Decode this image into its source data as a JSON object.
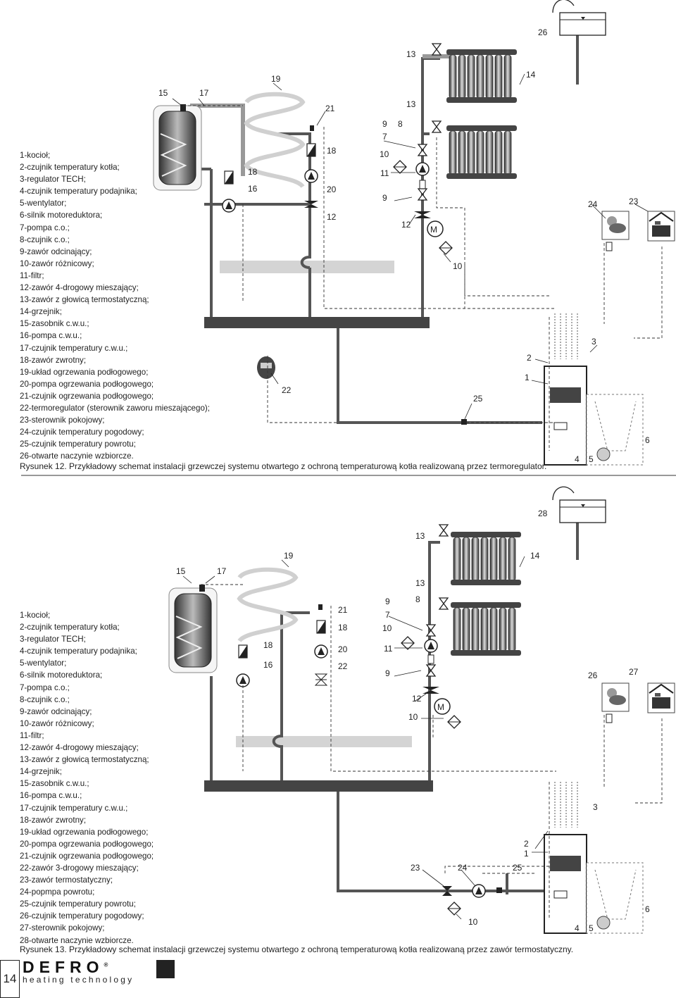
{
  "figure1": {
    "legend": [
      "1-kocioł;",
      "2-czujnik temperatury kotła;",
      "3-regulator TECH;",
      "4-czujnik temperatury podajnika;",
      "5-wentylator;",
      "6-silnik motoreduktora;",
      "7-pompa c.o.;",
      "8-czujnik c.o.;",
      "9-zawór odcinający;",
      "10-zawór różnicowy;",
      "11-filtr;",
      "12-zawór 4-drogowy mieszający;",
      "13-zawór z głowicą termostatyczną;",
      "14-grzejnik;",
      "15-zasobnik c.w.u.;",
      "16-pompa c.w.u.;",
      "17-czujnik temperatury c.w.u.;",
      "18-zawór zwrotny;",
      "19-układ ogrzewania podłogowego;",
      "20-pompa ogrzewania podłogowego;",
      "21-czujnik ogrzewania podłogowego;",
      "22-termoregulator (sterownik zaworu mieszającego);",
      "23-sterownik pokojowy;",
      "24-czujnik temperatury pogodowy;",
      "25-czujnik temperatury powrotu;",
      "26-otwarte naczynie wzbiorcze."
    ],
    "caption": "Rysunek 12. Przykładowy schemat instalacji grzewczej systemu otwartego z ochroną temperaturową kotła realizowaną przez termoregulator.",
    "labels": {
      "n15": "15",
      "n17": "17",
      "n19": "19",
      "n21": "21",
      "n18a": "18",
      "n18b": "18",
      "n16": "16",
      "n20": "20",
      "n12a": "12",
      "n13a": "13",
      "n13b": "13",
      "n26": "26",
      "n14": "14",
      "n9a": "9",
      "n8": "8",
      "n7": "7",
      "n10a": "10",
      "n11": "11",
      "n9b": "9",
      "n12b": "12",
      "n10b": "10",
      "n24": "24",
      "n23": "23",
      "n3": "3",
      "n2": "2",
      "n1": "1",
      "n22": "22",
      "n25": "25",
      "n6": "6",
      "n4": "4",
      "n5": "5",
      "motor": "M"
    }
  },
  "figure2": {
    "legend": [
      "1-kocioł;",
      "2-czujnik temperatury kotła;",
      "3-regulator TECH;",
      "4-czujnik temperatury podajnika;",
      "5-wentylator;",
      "6-silnik motoreduktora;",
      "7-pompa c.o.;",
      "8-czujnik c.o.;",
      "9-zawór odcinający;",
      "10-zawór różnicowy;",
      "11-filtr;",
      "12-zawór 4-drogowy mieszający;",
      "13-zawór z głowicą termostatyczną;",
      "14-grzejnik;",
      "15-zasobnik c.w.u.;",
      "16-pompa c.w.u.;",
      "17-czujnik temperatury c.w.u.;",
      "18-zawór zwrotny;",
      "19-układ ogrzewania podłogowego;",
      "20-pompa ogrzewania podłogowego;",
      "21-czujnik ogrzewania podłogowego;",
      "22-zawór 3-drogowy mieszający;",
      "23-zawór termostatyczny;",
      "24-popmpa powrotu;",
      "25-czujnik temperatury powrotu;",
      "26-czujnik temperatury pogodowy;",
      "27-sterownik pokojowy;",
      "28-otwarte naczynie wzbiorcze."
    ],
    "caption": "Rysunek 13. Przykładowy schemat instalacji grzewczej systemu otwartego  z ochroną temperaturową kotła realizowaną przez zawór termostatyczny.",
    "labels": {
      "n15": "15",
      "n17": "17",
      "n19": "19",
      "n21": "21",
      "n18a": "18",
      "n18b": "18",
      "n16": "16",
      "n20": "20",
      "n22": "22",
      "n13a": "13",
      "n13b": "13",
      "n28": "28",
      "n14": "14",
      "n9a": "9",
      "n8": "8",
      "n7": "7",
      "n10a": "10",
      "n11": "11",
      "n9b": "9",
      "n12": "12",
      "n10b": "10",
      "n26": "26",
      "n27": "27",
      "n3": "3",
      "n2": "2",
      "n1": "1",
      "n23": "23",
      "n24": "24",
      "n25": "25",
      "n10c": "10",
      "n6": "6",
      "n4": "4",
      "n5": "5",
      "motor": "M"
    }
  },
  "footer": {
    "page_number": "14",
    "brand": "DEFRO",
    "tagline": "heating technology",
    "registered": "®"
  }
}
